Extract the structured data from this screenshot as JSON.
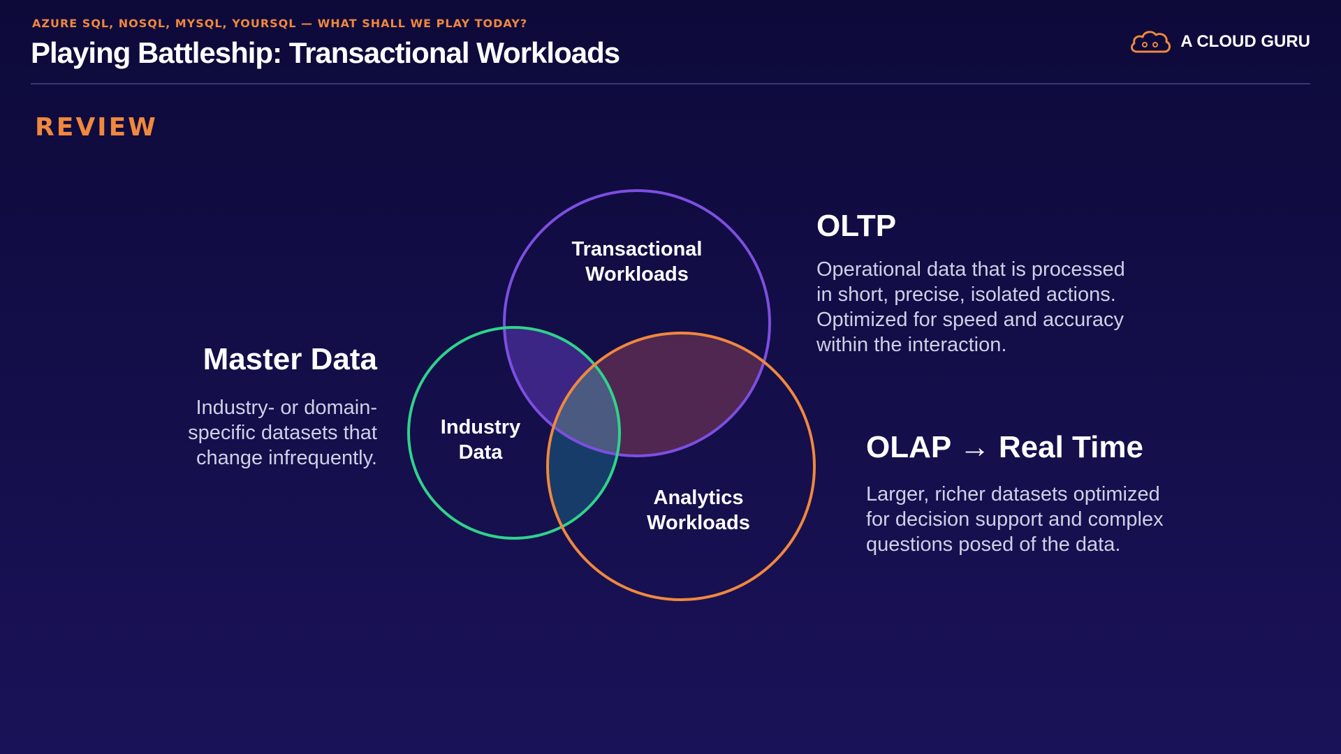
{
  "header": {
    "eyebrow": "AZURE SQL, NOSQL, MYSQL, YOURSQL — WHAT SHALL WE PLAY TODAY?",
    "title": "Playing Battleship: Transactional Workloads",
    "brand_name": "A CLOUD GURU",
    "brand_icon": "cloud-icon"
  },
  "section_label": "REVIEW",
  "venn": {
    "transactional": {
      "line1": "Transactional",
      "line2": "Workloads",
      "color": "#7d4fe0"
    },
    "industry": {
      "line1": "Industry",
      "line2": "Data",
      "color": "#2fd38c"
    },
    "analytics": {
      "line1": "Analytics",
      "line2": "Workloads",
      "color": "#f0883e"
    }
  },
  "master_data": {
    "heading": "Master Data",
    "lines": [
      "Industry- or domain-",
      "specific datasets that",
      "change infrequently."
    ]
  },
  "oltp": {
    "heading": "OLTP",
    "lines": [
      "Operational data that is processed",
      "in short, precise, isolated actions.",
      "Optimized for speed and accuracy",
      "within the interaction."
    ]
  },
  "olap": {
    "heading": "OLAP → Real Time",
    "lines": [
      "Larger, richer datasets optimized",
      "for decision support and complex",
      "questions posed of the data."
    ]
  },
  "colors": {
    "accent": "#f0883e",
    "background_top": "#0d0a3a",
    "background_bottom": "#1a1258"
  }
}
